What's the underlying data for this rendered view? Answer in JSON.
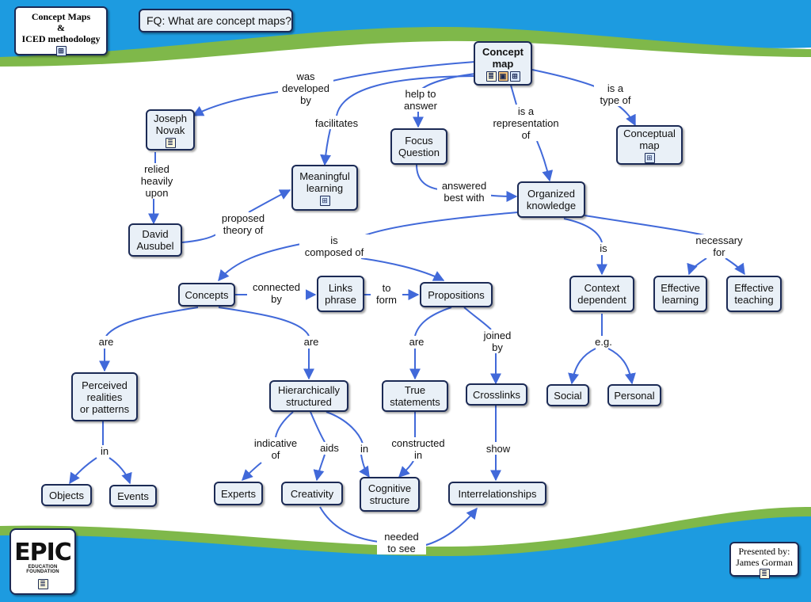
{
  "title_box": {
    "line1": "Concept Maps",
    "line2": "&",
    "line3": "ICED methodology"
  },
  "focus_question": "FQ: What are concept maps?",
  "logo": {
    "text": "EPIC",
    "subtitle": "EDUCATION FOUNDATION"
  },
  "presenter": {
    "line1": "Presented by:",
    "line2": "James Gorman"
  },
  "colors": {
    "link": "#4169d9",
    "node_fill": "#e9f0f7",
    "node_border": "#1b2a55",
    "band_blue": "#1d9be0",
    "band_green": "#7fb84a"
  },
  "nodes": {
    "concept_map": {
      "label": "Concept\nmap",
      "icons": [
        "doc",
        "img",
        "map"
      ]
    },
    "joseph_novak": {
      "label": "Joseph\nNovak",
      "icons": [
        "doc"
      ]
    },
    "david_ausubel": {
      "label": "David\nAusubel",
      "icons": []
    },
    "meaningful_learning": {
      "label": "Meaningful\nlearning",
      "icons": [
        "map"
      ]
    },
    "focus_question": {
      "label": "Focus\nQuestion",
      "icons": []
    },
    "conceptual_map": {
      "label": "Conceptual\nmap",
      "icons": [
        "map"
      ]
    },
    "organized_knowledge": {
      "label": "Organized\nknowledge",
      "icons": []
    },
    "concepts": {
      "label": "Concepts",
      "icons": []
    },
    "links_phrase": {
      "label": "Links\nphrase",
      "icons": []
    },
    "propositions": {
      "label": "Propositions",
      "icons": []
    },
    "context_dependent": {
      "label": "Context\ndependent",
      "icons": []
    },
    "effective_learning": {
      "label": "Effective\nlearning",
      "icons": []
    },
    "effective_teaching": {
      "label": "Effective\nteaching",
      "icons": []
    },
    "perceived_realities": {
      "label": "Perceived\nrealities\nor patterns",
      "icons": []
    },
    "hierarchically_structured": {
      "label": "Hierarchically\nstructured",
      "icons": []
    },
    "true_statements": {
      "label": "True\nstatements",
      "icons": []
    },
    "crosslinks": {
      "label": "Crosslinks",
      "icons": []
    },
    "social": {
      "label": "Social",
      "icons": []
    },
    "personal": {
      "label": "Personal",
      "icons": []
    },
    "objects": {
      "label": "Objects",
      "icons": []
    },
    "events": {
      "label": "Events",
      "icons": []
    },
    "experts": {
      "label": "Experts",
      "icons": []
    },
    "creativity": {
      "label": "Creativity",
      "icons": []
    },
    "cognitive_structure": {
      "label": "Cognitive\nstructure",
      "icons": []
    },
    "interrelationships": {
      "label": "Interrelationships",
      "icons": []
    }
  },
  "link_labels": {
    "was_developed_by": "was\ndeveloped\nby",
    "help_to_answer": "help to\nanswer",
    "is_a_representation_of": "is a\nrepresentation\nof",
    "is_a_type_of": "is a\ntype of",
    "facilitates": "facilitates",
    "relied_heavily_upon": "relied\nheavily\nupon",
    "proposed_theory_of": "proposed\ntheory of",
    "answered_best_with": "answered\nbest with",
    "is_composed_of": "is\ncomposed of",
    "is": "is",
    "necessary_for": "necessary\nfor",
    "connected_by": "connected\nby",
    "to_form": "to\nform",
    "are_1": "are",
    "are_2": "are",
    "are_3": "are",
    "joined_by": "joined\nby",
    "eg": "e.g.",
    "in_1": "in",
    "indicative_of": "indicative\nof",
    "aids": "aids",
    "in_2": "in",
    "constructed_in": "constructed\nin",
    "show": "show",
    "needed_to_see": "needed\nto see"
  }
}
